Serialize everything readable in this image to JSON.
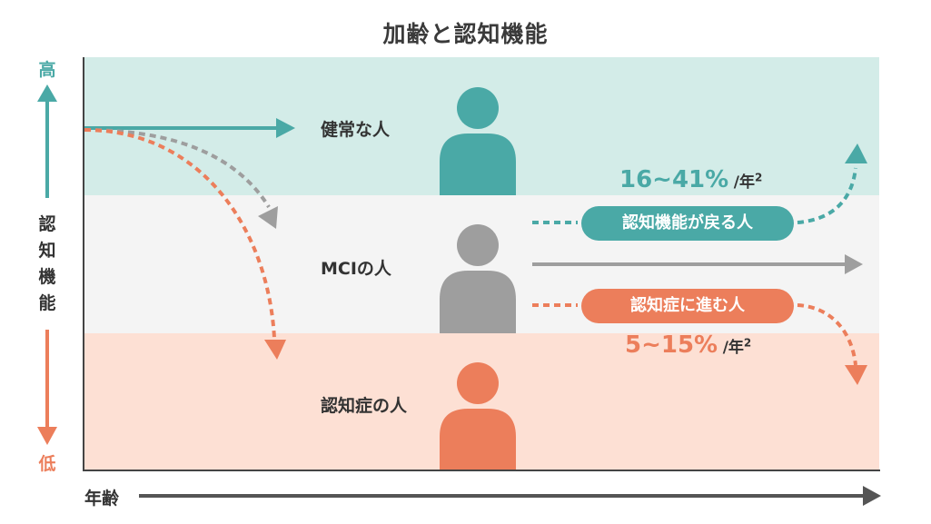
{
  "title": "加齢と認知機能",
  "y_axis": {
    "label_chars": [
      "認",
      "知",
      "機",
      "能"
    ],
    "high": "高",
    "low": "低"
  },
  "x_axis": {
    "label": "年齢"
  },
  "groups": {
    "healthy": {
      "label": "健常な人"
    },
    "mci": {
      "label": "MCIの人"
    },
    "dementia": {
      "label": "認知症の人"
    }
  },
  "transitions": {
    "improve": {
      "label": "認知機能が戻る人",
      "rate": "16~41%",
      "unit": "/年",
      "unit_sup": "2"
    },
    "progress": {
      "label": "認知症に進む人",
      "rate": "5~15%",
      "unit": "/年",
      "unit_sup": "2"
    }
  },
  "colors": {
    "teal": "#4aa9a6",
    "gray": "#9e9e9e",
    "orange": "#ec7e5b",
    "healthy_band": "#d3ece8",
    "mci_band": "#f4f4f4",
    "dementia_band": "#fde0d4",
    "axis": "#444444"
  },
  "icons": {
    "person": "person-silhouette-icon"
  }
}
